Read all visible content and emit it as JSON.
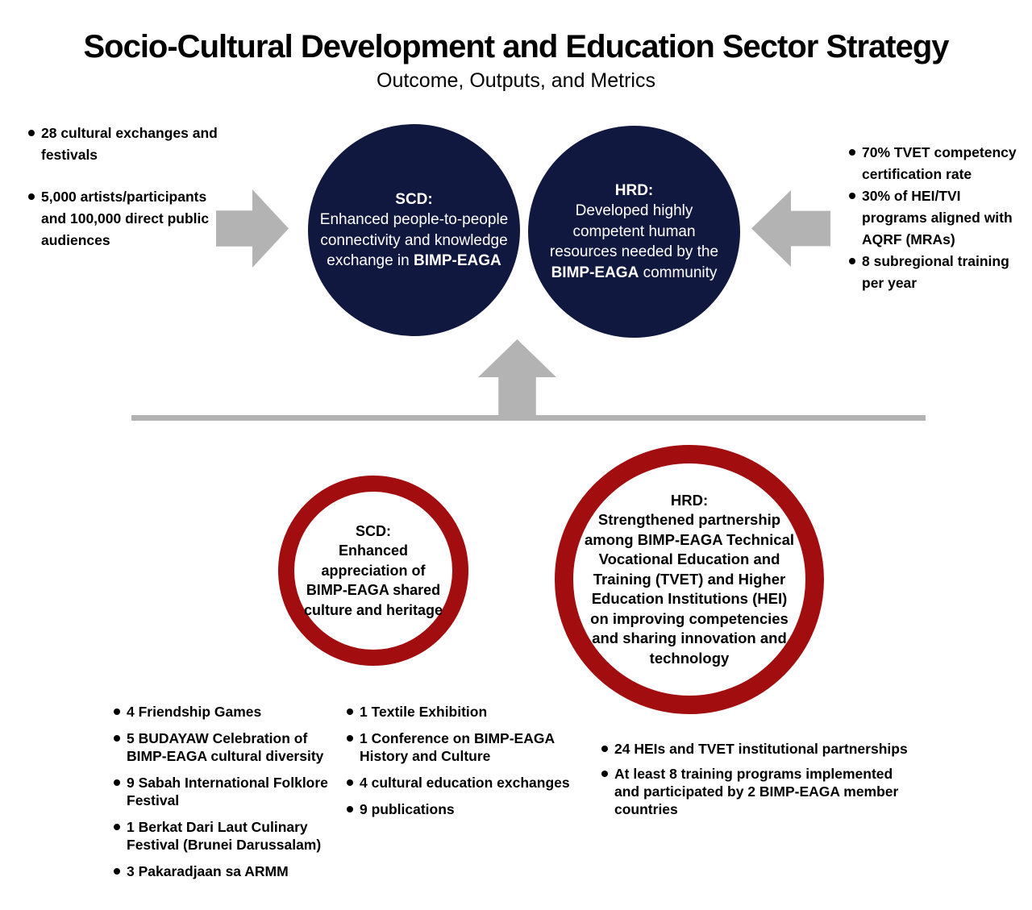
{
  "title": "Socio-Cultural Development and Education Sector Strategy",
  "subtitle": "Outcome, Outputs, and Metrics",
  "colors": {
    "navy_circle": "#11183f",
    "red_ring": "#a20d10",
    "arrow_gray": "#b3b3b3",
    "text": "#000000",
    "navy_circle_text": "#ffffff"
  },
  "outcome": {
    "left_metrics": {
      "items": [
        {
          "text": "28 cultural exchanges and festivals"
        },
        {
          "text": "5,000 artists/participants and 100,000 direct public audiences"
        }
      ]
    },
    "scd_circle": {
      "label": "SCD:",
      "body_pre": "Enhanced people-to-people connectivity and knowledge exchange in ",
      "body_bold": "BIMP-EAGA",
      "body_post": ""
    },
    "hrd_circle": {
      "label": "HRD:",
      "body_pre": "Developed highly competent human resources needed by the ",
      "body_bold": "BIMP-EAGA",
      "body_post": " community"
    },
    "right_metrics": {
      "items": [
        {
          "bold": "70%",
          "text": " TVET competency certification rate"
        },
        {
          "bold": "30%",
          "text": " of HEI/TVI programs aligned with AQRF (MRAs)"
        },
        {
          "bold": "",
          "text": "8 subregional training per year"
        }
      ]
    }
  },
  "outputs": {
    "scd_circle": {
      "label": "SCD:",
      "body": "Enhanced appreciation of BIMP-EAGA shared culture and heritage"
    },
    "hrd_circle": {
      "label": "HRD:",
      "body": "Strengthened partnership among BIMP-EAGA Technical Vocational Education and Training (TVET) and Higher Education Institutions (HEI) on improving competencies and sharing innovation and technology"
    },
    "scd_metrics_col1": {
      "items": [
        {
          "text": "4 Friendship Games"
        },
        {
          "text": "5 BUDAYAW Celebration of BIMP-EAGA cultural diversity"
        },
        {
          "text": "9 Sabah International Folklore Festival"
        },
        {
          "text": "1 Berkat Dari Laut Culinary Festival (Brunei Darussalam)"
        },
        {
          "text": "3 Pakaradjaan sa ARMM"
        }
      ]
    },
    "scd_metrics_col2": {
      "items": [
        {
          "text": "1 Textile Exhibition"
        },
        {
          "text": "1 Conference on BIMP-EAGA History and Culture"
        },
        {
          "text": "4 cultural education exchanges"
        },
        {
          "text": "9 publications"
        }
      ]
    },
    "hrd_metrics": {
      "items": [
        {
          "text": "24 HEIs and TVET institutional partnerships"
        },
        {
          "text": "At least 8 training programs implemented and participated by 2 BIMP-EAGA member countries"
        }
      ]
    }
  }
}
